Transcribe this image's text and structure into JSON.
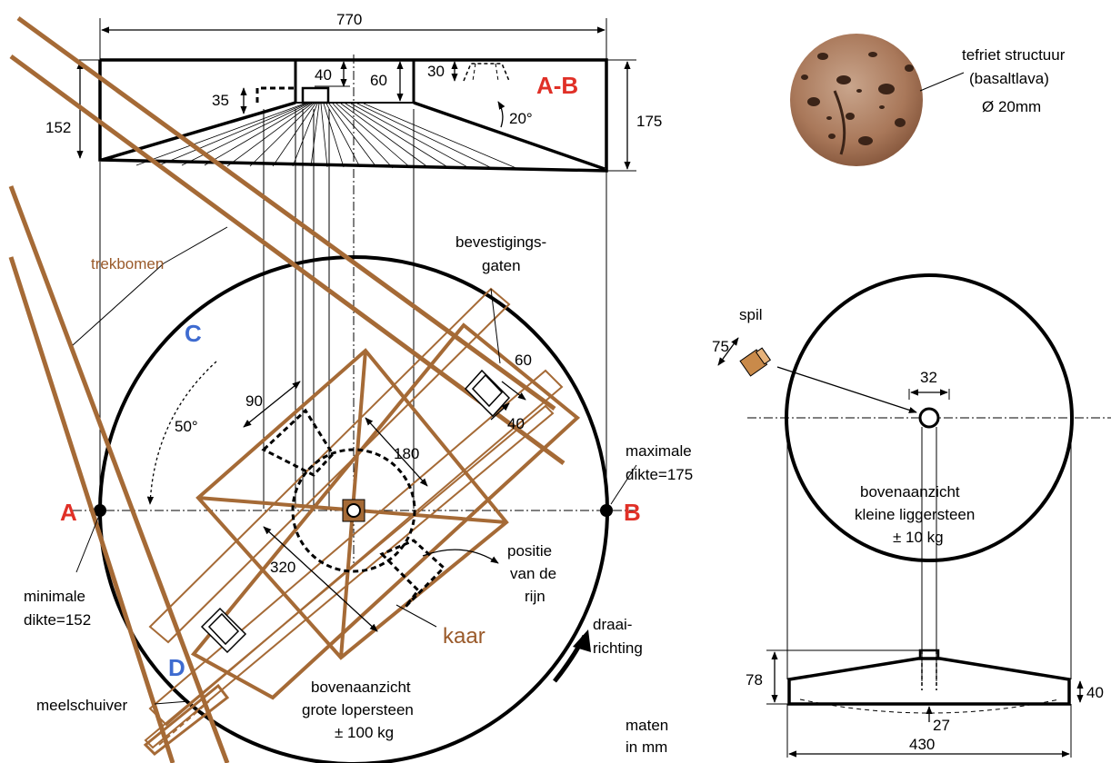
{
  "dimensions": {
    "width_770": "770",
    "h_40": "40",
    "h_60": "60",
    "h_30": "30",
    "h_35": "35",
    "h_152": "152",
    "h_175": "175",
    "angle_20": "20°",
    "d_60": "60",
    "d_40": "40",
    "d_90": "90",
    "d_180": "180",
    "d_320": "320",
    "angle_50": "50°",
    "spil_75": "75",
    "hole_32": "32",
    "small_78": "78",
    "small_40": "40",
    "small_27": "27",
    "small_430": "430"
  },
  "section_label": "A-B",
  "points": {
    "a": "A",
    "b": "B",
    "c": "C",
    "d": "D"
  },
  "stone_texture": {
    "line1": "tefriet structuur",
    "line2": "(basaltlava)",
    "line3": "Ø 20mm"
  },
  "labels": {
    "trekbomen": "trekbomen",
    "bevestigings_1": "bevestigings-",
    "bevestigings_2": "gaten",
    "max_1": "maximale",
    "max_2": "dikte=175",
    "min_1": "minimale",
    "min_2": "dikte=152",
    "positie_1": "positie",
    "positie_2": "van de",
    "positie_3": "rijn",
    "kaar": "kaar",
    "draai_1": "draai-",
    "draai_2": "richting",
    "meelschuiver": "meelschuiver",
    "grote_1": "bovenaanzicht",
    "grote_2": "grote lopersteen",
    "grote_3": "± 100 kg",
    "maten_1": "maten",
    "maten_2": "in mm",
    "spil": "spil",
    "kleine_1": "bovenaanzicht",
    "kleine_2": "kleine liggersteen",
    "kleine_3": "± 10 kg"
  },
  "colors": {
    "accent_red": "#e03027",
    "accent_blue": "#3e6bd0",
    "wood": "#a56a36",
    "label_brown": "#9a5a2a"
  }
}
